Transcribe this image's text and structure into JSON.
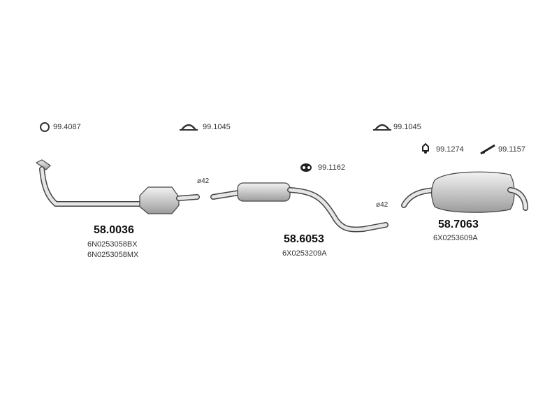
{
  "accessories": [
    {
      "code": "99.4087",
      "icon": "o-ring-icon"
    },
    {
      "code": "99.1045",
      "icon": "u-clamp-icon"
    },
    {
      "code": "99.1045",
      "icon": "u-clamp-icon"
    },
    {
      "code": "99.1162",
      "icon": "rubber-hanger-icon"
    },
    {
      "code": "99.1274",
      "icon": "bracket-icon"
    },
    {
      "code": "99.1157",
      "icon": "strap-icon"
    }
  ],
  "diameters": [
    "ø42",
    "ø42"
  ],
  "parts": [
    {
      "number": "58.0036",
      "oem": [
        "6N0253058BX",
        "6N0253058MX"
      ]
    },
    {
      "number": "58.6053",
      "oem": [
        "6X0253209A"
      ]
    },
    {
      "number": "58.7063",
      "oem": [
        "6X0253609A"
      ]
    }
  ],
  "colors": {
    "part_fill": "#d9d9d9",
    "part_stroke": "#444444",
    "background": "#ffffff"
  }
}
